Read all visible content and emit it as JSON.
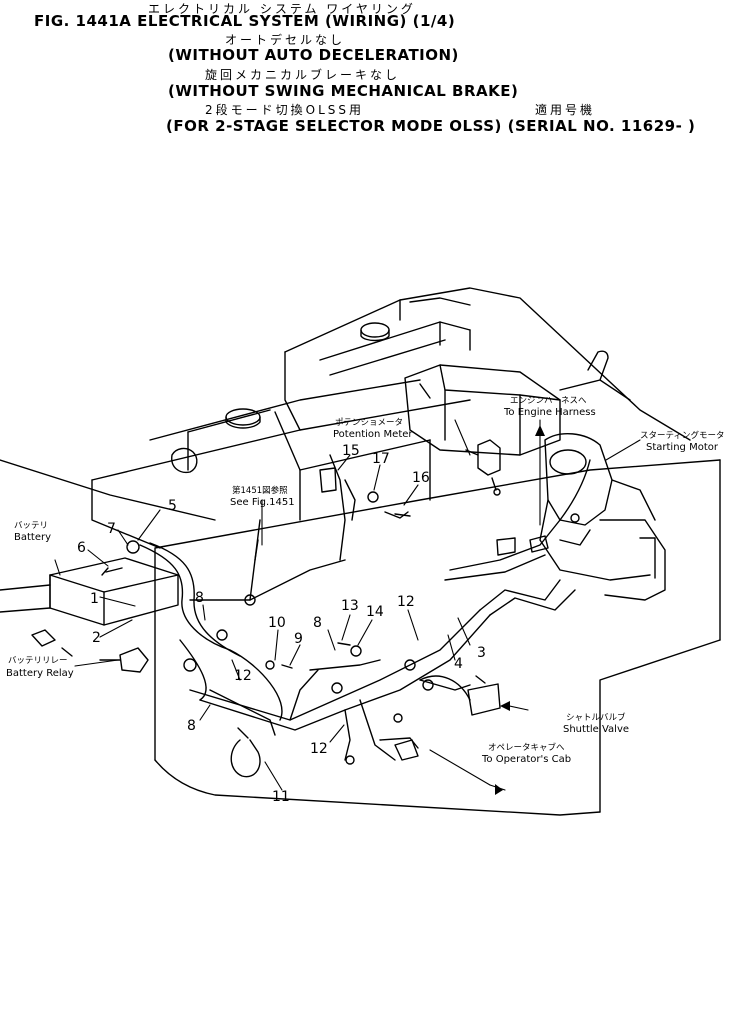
{
  "header": {
    "jp1": "エレクトリカル システム ワイヤリング",
    "line1": "FIG. 1441A  ELECTRICAL SYSTEM (WIRING) (1/4)",
    "jp2": "オートデセルなし",
    "line2": "(WITHOUT AUTO DECELERATION)",
    "jp3": "旋回メカニカルブレーキなし",
    "line3": "(WITHOUT SWING MECHANICAL BRAKE)",
    "jp4": "2段モード切換OLSS用",
    "jp4b": "適用号機",
    "line4": "(FOR 2-STAGE SELECTOR MODE OLSS) (SERIAL NO. 11629- )"
  },
  "labels": {
    "potentiometer_jp": "ポテンショメータ",
    "potentiometer": "Potention Meter",
    "engine_harness_jp": "エンジンハーネスへ",
    "engine_harness": "To Engine Harness",
    "starting_motor_jp": "スターティングモータ",
    "starting_motor": "Starting Motor",
    "see_fig_jp": "第1451図参照",
    "see_fig": "See Fig.1451",
    "battery_jp": "バッテリ",
    "battery": "Battery",
    "battery_relay_jp": "バッテリリレー",
    "battery_relay": "Battery Relay",
    "shuttle_valve_jp": "シャトルバルブ",
    "shuttle_valve": "Shuttle Valve",
    "operator_cab_jp": "オペレータキャブへ",
    "operator_cab": "To Operator's Cab"
  },
  "callouts": {
    "c1": "1",
    "c2": "2",
    "c3": "3",
    "c4": "4",
    "c5": "5",
    "c6": "6",
    "c7": "7",
    "c8a": "8",
    "c8b": "8",
    "c8c": "8",
    "c9": "9",
    "c10": "10",
    "c11": "11",
    "c12a": "12",
    "c12b": "12",
    "c12c": "12",
    "c13": "13",
    "c14": "14",
    "c15": "15",
    "c16": "16",
    "c17": "17"
  }
}
